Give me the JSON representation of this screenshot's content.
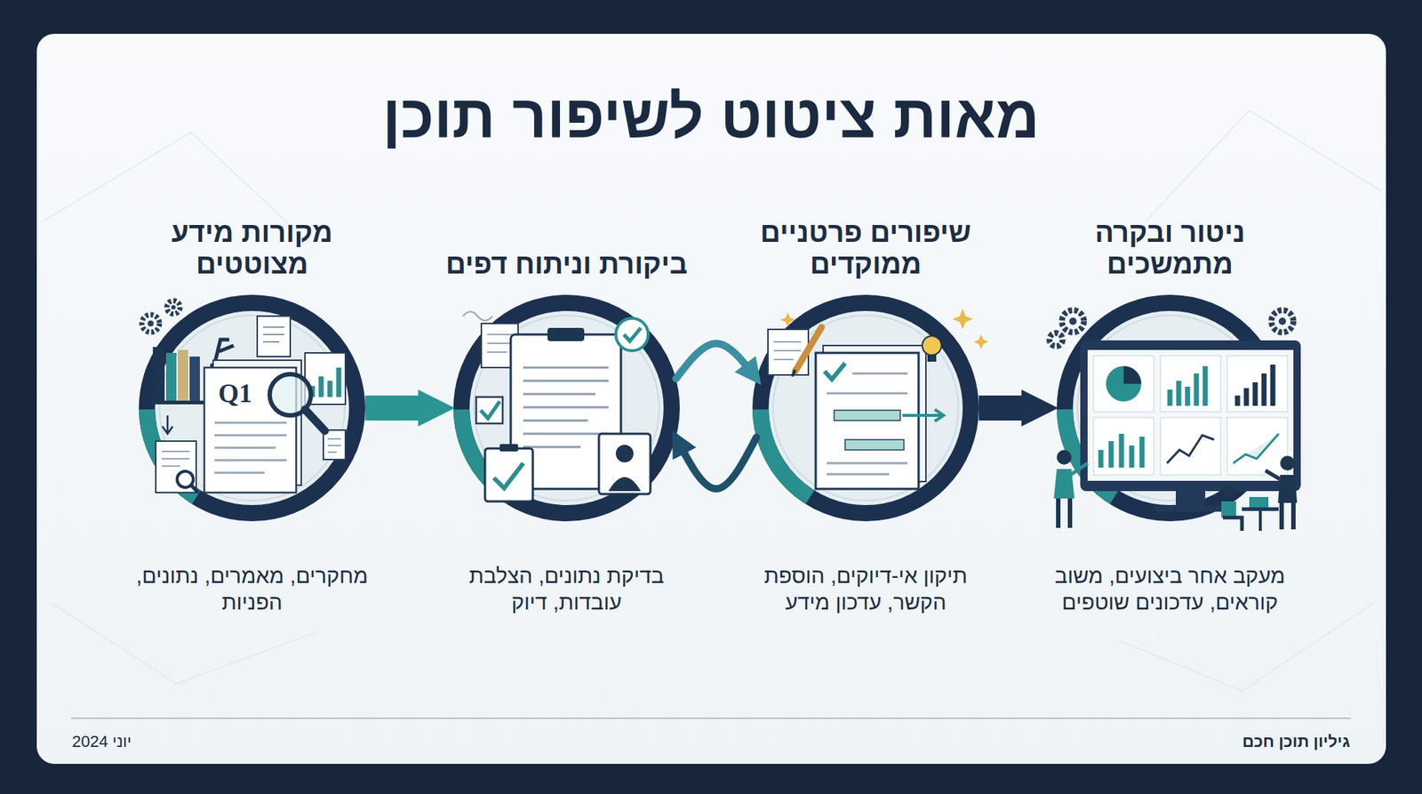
{
  "diagram": {
    "title": "מאות ציטוט לשיפור תוכן",
    "nodes": [
      {
        "text": [
          "מקורות מידע מצוטטים",
          "מחקרים, מאמרים, נתונים, הפניות"
        ]
      },
      {
        "text": [
          "ביקורת וניתוח דפים",
          "בדיקת נתונים, הצלבת עובדות, דיוק"
        ]
      },
      {
        "text": [
          "שיפורים פרטניים ממוקדים",
          "תיקון אי-דיוקים, הוספת הקשר, עדכון מידע"
        ]
      },
      {
        "text": [
          "ניטור ובקרה מתמשכים",
          "מעקב אחר ביצועים, משוב קוראים, עדכונים שוטפים"
        ]
      }
    ],
    "edges": [
      {
        "from": 0,
        "to": 1,
        "arrow": "to"
      },
      {
        "from": 1,
        "to": 2,
        "arrow": "to"
      },
      {
        "from": 2,
        "to": 1,
        "arrow": "to"
      },
      {
        "from": 2,
        "to": 3,
        "arrow": "to"
      }
    ],
    "labels": [
      "Q1",
      "גיליון תוכן חכם",
      "יוני 2024"
    ]
  }
}
